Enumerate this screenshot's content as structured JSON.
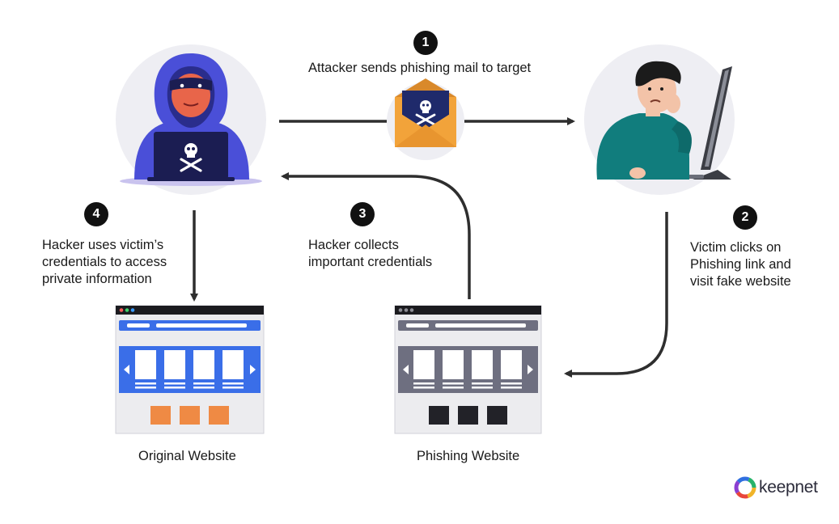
{
  "steps": [
    {
      "number": "1",
      "text": "Attacker sends phishing mail to target"
    },
    {
      "number": "2",
      "lines": [
        "Victim clicks on",
        "Phishing link and",
        "visit fake website"
      ]
    },
    {
      "number": "3",
      "lines": [
        "Hacker collects",
        "important credentials"
      ]
    },
    {
      "number": "4",
      "lines": [
        "Hacker uses victim’s",
        "credentials to access",
        "private information"
      ]
    }
  ],
  "websites": {
    "original": {
      "caption": "Original Website",
      "accent": "#3a6ee8",
      "button_color": "#ef8a44"
    },
    "phishing": {
      "caption": "Phishing Website",
      "accent": "#6e6f80",
      "button_color": "#222228"
    }
  },
  "brand": {
    "name": "keepnet"
  },
  "colors": {
    "arrow": "#2e2e2e",
    "hacker_hood": "#4a4fd8",
    "victim_shirt": "#117d7d",
    "envelope": "#f2a33a"
  },
  "icons": [
    "hacker-icon",
    "victim-icon",
    "phishing-mail-icon",
    "skull-icon",
    "browser-window-icon"
  ]
}
